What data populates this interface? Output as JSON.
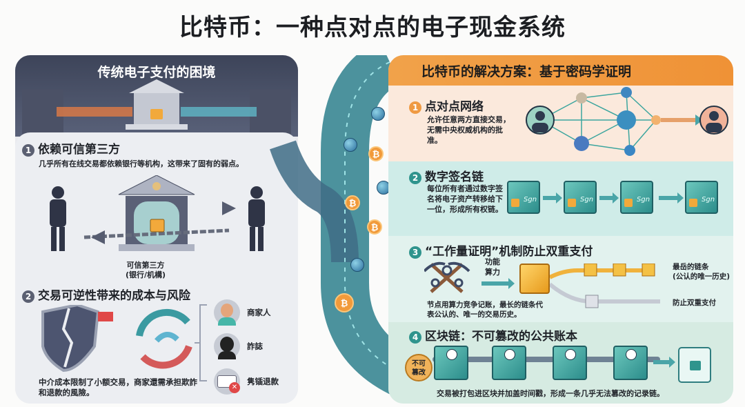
{
  "title": "比特币：一种点对点的电子现金系统",
  "left": {
    "heading": "传统电子支付的困境",
    "s1": {
      "num": "1",
      "title": "依赖可信第三方",
      "desc": "几乎所有在线交易都依赖银行等机构，这带来了固有的弱点。",
      "bank_label": "可信第三方",
      "bank_sub": "(银行/机構)"
    },
    "s2": {
      "num": "2",
      "title": "交易可逆性带来的成本与风险",
      "desc": "中介成本限制了小额交易，商家還需承担欺詐和退款的風險。",
      "items": [
        "商家人",
        "詐誌",
        "隽锸退款"
      ]
    }
  },
  "right": {
    "heading": "比特币的解决方案：基于密码学证明",
    "s1": {
      "num": "1",
      "title": "点对点网络",
      "desc": "允许任意两方直接交易，无需中央权威机构的批准。"
    },
    "s2": {
      "num": "2",
      "title": "数字签名链",
      "desc": "每位所有者通过数字签名将电子资产转移给下一位，形成所有权链。",
      "sign": "Sgn"
    },
    "s3": {
      "num": "3",
      "title": "“工作量证明”机制防止双重支付",
      "power": "功能算力",
      "longest": "最岳的链条",
      "longest_sub": "(公认的唯一历史)",
      "prevent": "防止双重支付",
      "desc": "节点用算力竞争记账，最长的链条代表公认的、唯一的交易历史。"
    },
    "s4": {
      "num": "4",
      "title": "区块链：不可篡改的公共账本",
      "badge": "不可篡改",
      "desc": "交易被打包进区块并加盖时间戳，形成一条几乎无法篡改的记录链。"
    }
  },
  "coin_symbol": "₿",
  "colors": {
    "orange": "#ef9236",
    "teal": "#2f8f8d",
    "slate": "#3d4459"
  }
}
